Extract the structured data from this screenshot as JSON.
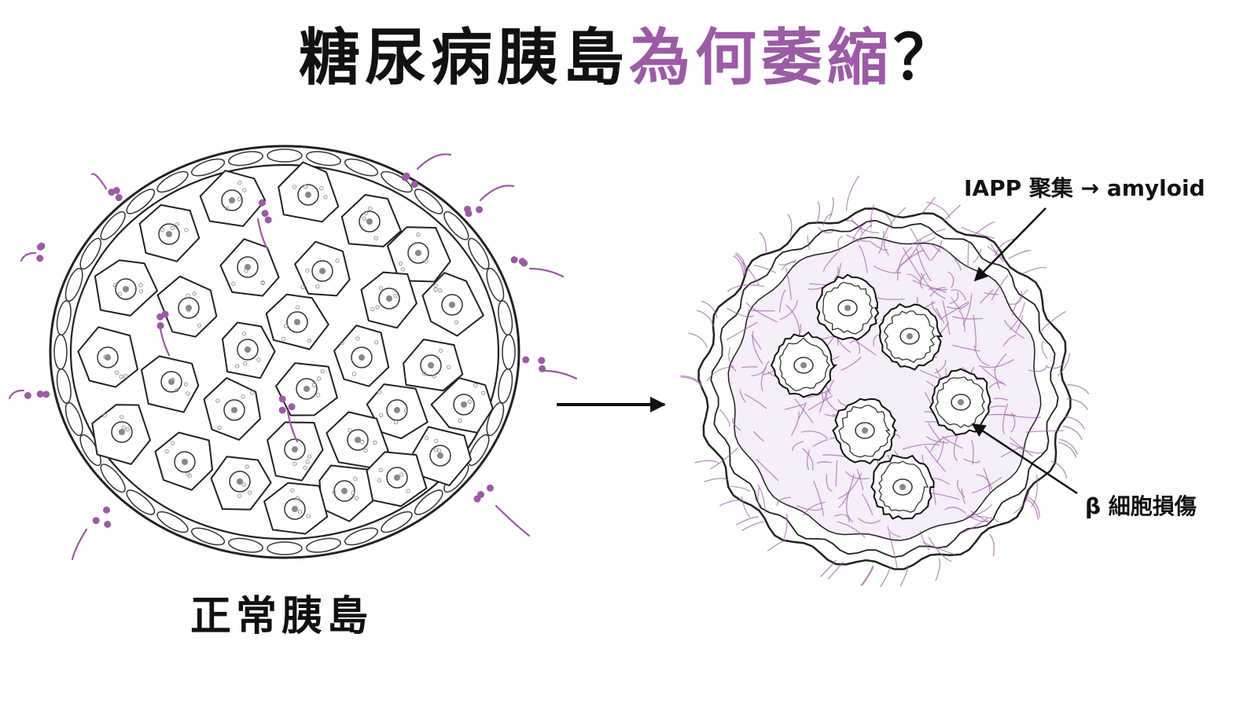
{
  "title": {
    "part1": "糖尿病胰島",
    "part2": "為何萎縮",
    "part3": "？"
  },
  "labels": {
    "normal_islet": "正常胰島",
    "iapp": "IAPP 聚集 → amyloid",
    "beta_damage": "β 細胞損傷"
  },
  "colors": {
    "accent": "#9b5ba5",
    "ink": "#111111"
  }
}
